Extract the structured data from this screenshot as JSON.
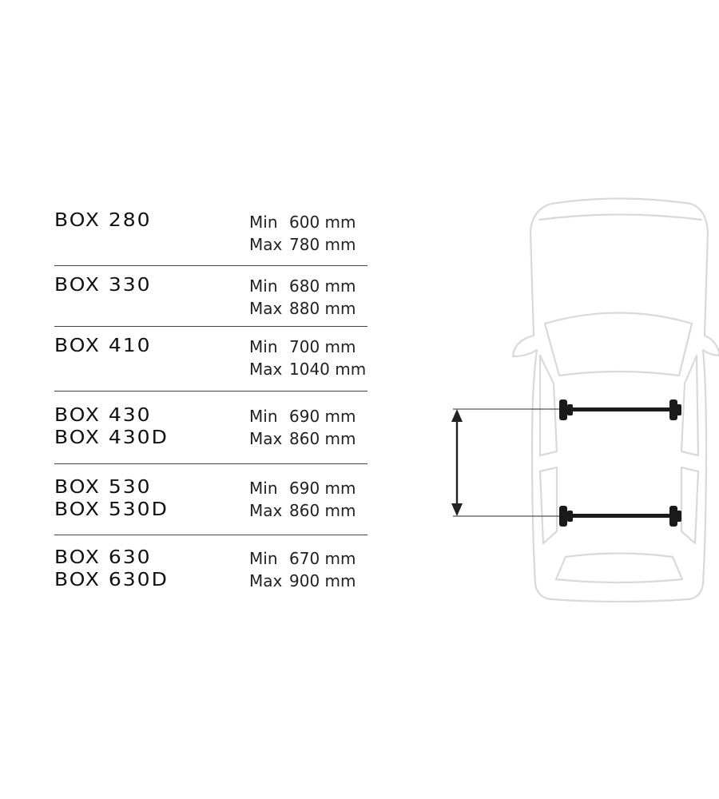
{
  "rows": [
    {
      "models": [
        "BOX 280"
      ],
      "min_label": "Min",
      "min_value": "600 mm",
      "max_label": "Max",
      "max_value": "780 mm"
    },
    {
      "models": [
        "BOX 330"
      ],
      "min_label": "Min",
      "min_value": "680 mm",
      "max_label": "Max",
      "max_value": "880 mm"
    },
    {
      "models": [
        "BOX 410"
      ],
      "min_label": "Min",
      "min_value": "700 mm",
      "max_label": "Max",
      "max_value": "1040 mm"
    },
    {
      "models": [
        "BOX 430",
        "BOX 430D"
      ],
      "min_label": "Min",
      "min_value": "690 mm",
      "max_label": "Max",
      "max_value": "860 mm"
    },
    {
      "models": [
        "BOX 530",
        "BOX 530D"
      ],
      "min_label": "Min",
      "min_value": "690 mm",
      "max_label": "Max",
      "max_value": "860 mm"
    },
    {
      "models": [
        "BOX 630",
        "BOX 630D"
      ],
      "min_label": "Min",
      "min_value": "670 mm",
      "max_label": "Max",
      "max_value": "900 mm"
    }
  ],
  "colors": {
    "car_outline": "#d9d9d9",
    "bars": "#1a1a1a",
    "dimension": "#222222",
    "divider": "#444444"
  },
  "icons": {
    "car": "car-top-view-icon",
    "bar": "roof-bar-icon",
    "arrow": "double-arrow-icon"
  }
}
